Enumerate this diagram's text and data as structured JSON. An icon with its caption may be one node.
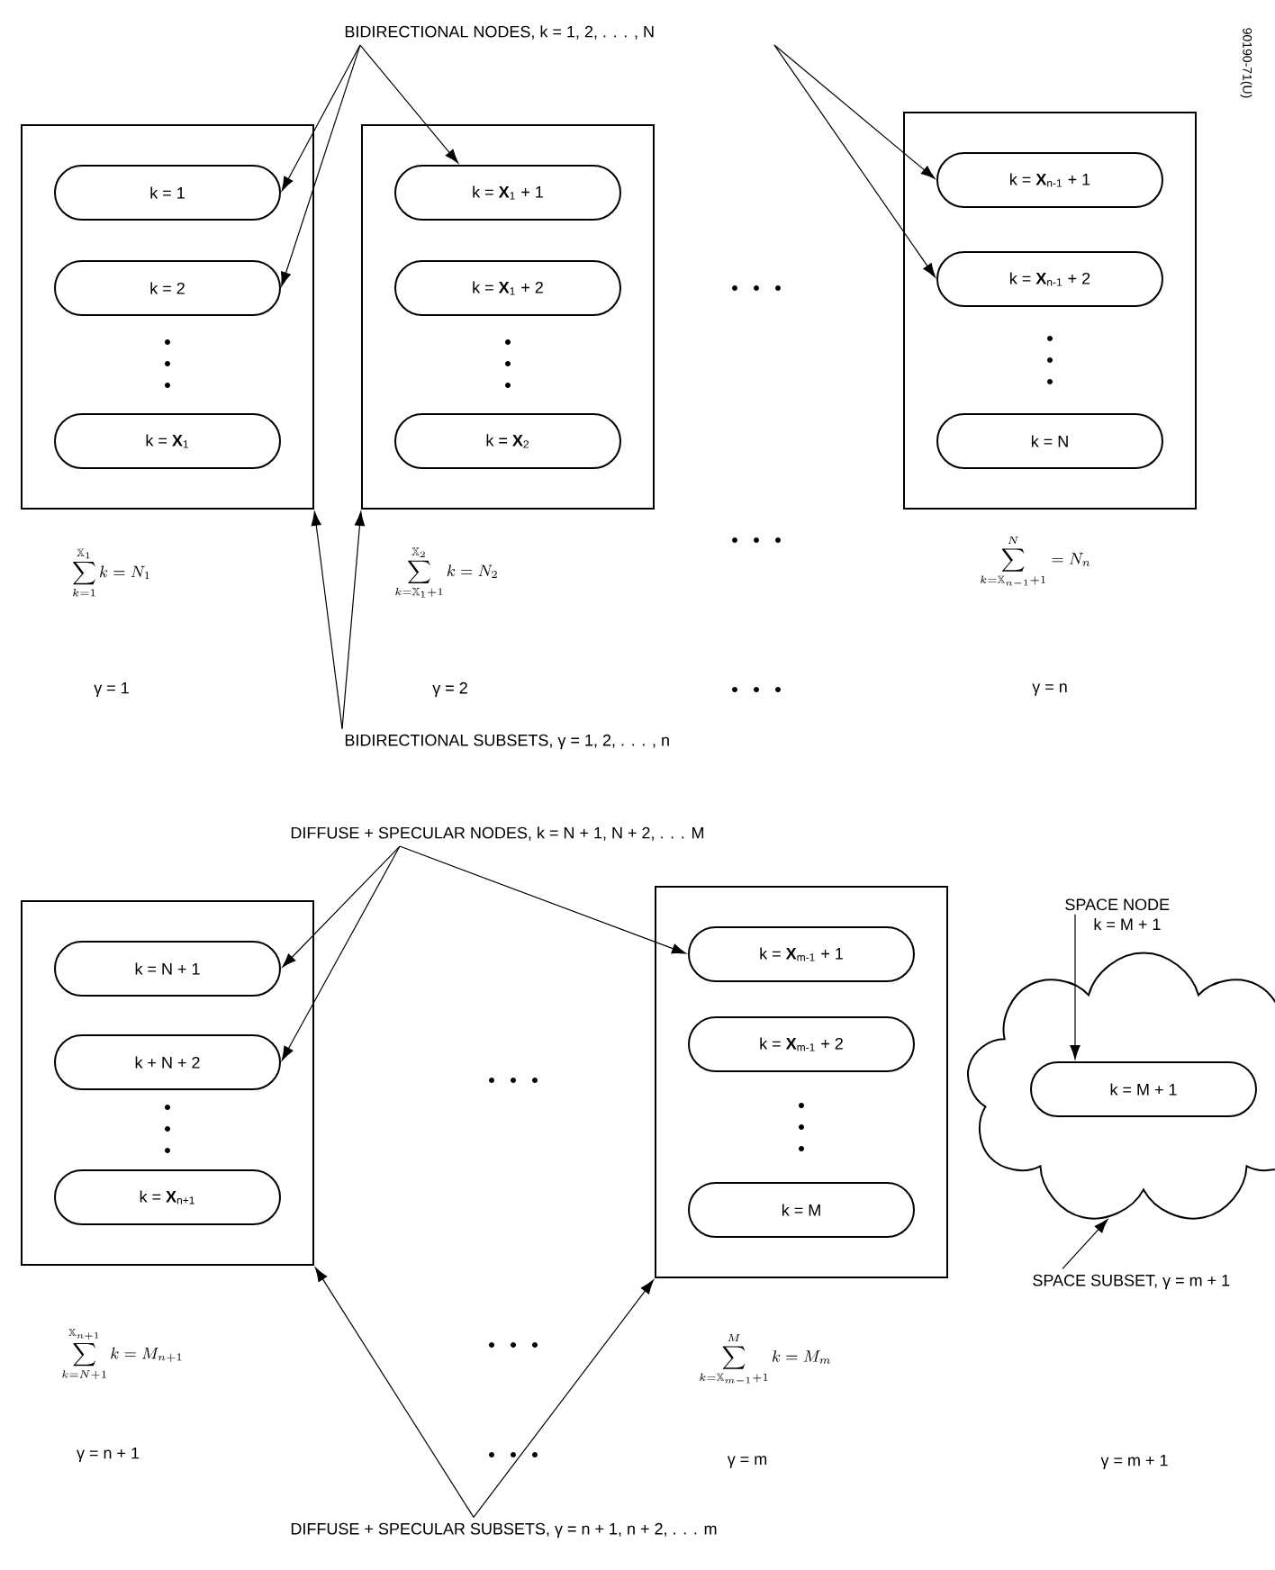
{
  "diagram": {
    "nodes": [
      {
        "text": [
          "BIDIRECTIONAL NODES, k = 1, 2, . . . , N"
        ]
      },
      {
        "text": [],
        "shape": "box",
        "beside": [
          "\\sum\\limits_{k=1}^{\\mathbb{X}_1} k = N_1"
        ]
      },
      {
        "text": [
          "k = 1"
        ],
        "in": 1
      },
      {
        "text": [
          "k = 2"
        ],
        "in": 1
      },
      {
        "text": [
          "k = **X**$_{1}$"
        ],
        "in": 1
      },
      {
        "text": [],
        "shape": "box",
        "beside": [
          "\\sum\\limits_{k=\\mathbb{X}_1+1}^{\\mathbb{X}_2} k = N_2"
        ]
      },
      {
        "text": [
          "k = **X**$_{1}$ + 1"
        ],
        "in": 5
      },
      {
        "text": [
          "k = **X**$_{1}$ + 2"
        ],
        "in": 5
      },
      {
        "text": [
          "k = **X**$_{2}$"
        ],
        "in": 5
      },
      {
        "text": [],
        "shape": "box",
        "beside": [
          "\\sum\\limits_{k=\\mathbb{X}_{n-1}+1}^{N} = N_n"
        ]
      },
      {
        "text": [
          "k = **X**$_{n-1}$ + 1"
        ],
        "in": 9
      },
      {
        "text": [
          "k = **X**$_{n-1}$ + 2"
        ],
        "in": 9
      },
      {
        "text": [
          "k = N"
        ],
        "in": 9
      },
      {
        "text": [
          "BIDIRECTIONAL SUBSETS, γ = 1, 2, . . . , n"
        ]
      },
      {
        "text": [
          "DIFFUSE + SPECULAR NODES, k = N + 1, N + 2, . . . M"
        ]
      },
      {
        "text": [],
        "shape": "box",
        "beside": [
          "\\sum\\limits_{k=N+1}^{\\mathbb{X}_{n+1}} k = M_{n+1}"
        ]
      },
      {
        "text": [
          "k = N + 1"
        ],
        "in": 15
      },
      {
        "text": [
          "k + N + 2"
        ],
        "in": 15
      },
      {
        "text": [
          "k = **X**$_{n+1}$"
        ],
        "in": 15
      },
      {
        "text": [],
        "shape": "box",
        "beside": [
          "\\sum\\limits_{k=\\mathbb{X}_{m-1}+1}^{M} k = M_m"
        ]
      },
      {
        "text": [
          "k = **X**$_{m-1}$ + 1"
        ],
        "in": 19
      },
      {
        "text": [
          "k = **X**$_{m-1}$ + 2"
        ],
        "in": 19
      },
      {
        "text": [
          "k = M"
        ],
        "in": 19
      },
      {
        "text": [
          "SPACE NODE",
          "k = M + 1"
        ]
      },
      {
        "text": [],
        "shape": "cloud"
      },
      {
        "text": [
          "k = M + 1"
        ],
        "in": 24
      },
      {
        "text": [
          "SPACE SUBSET, γ = m + 1"
        ]
      },
      {
        "text": [
          "DIFFUSE + SPECULAR SUBSETS, γ = n + 1, n + 2, . . . m"
        ]
      }
    ],
    "edges": [
      {
        "from": 0,
        "to": 2,
        "arrow": "to"
      },
      {
        "from": 0,
        "to": 3,
        "arrow": "to"
      },
      {
        "from": 0,
        "to": 6,
        "arrow": "to"
      },
      {
        "from": 0,
        "to": 10,
        "arrow": "to"
      },
      {
        "from": 0,
        "to": 11,
        "arrow": "to"
      },
      {
        "from": 13,
        "to": 1,
        "arrow": "to"
      },
      {
        "from": 13,
        "to": 5,
        "arrow": "to"
      },
      {
        "from": 14,
        "to": 16,
        "arrow": "to"
      },
      {
        "from": 14,
        "to": 17,
        "arrow": "to"
      },
      {
        "from": 14,
        "to": 20,
        "arrow": "to"
      },
      {
        "from": 27,
        "to": 15,
        "arrow": "to"
      },
      {
        "from": 27,
        "to": 19,
        "arrow": "to"
      },
      {
        "from": 23,
        "to": 25,
        "arrow": "to"
      },
      {
        "from": 26,
        "to": 24,
        "arrow": "to"
      }
    ],
    "labels": [
      "90190-71(U)",
      "γ = 1",
      "γ = 2",
      "γ = n",
      "γ = n + 1",
      "γ = m",
      "γ = m + 1"
    ]
  }
}
